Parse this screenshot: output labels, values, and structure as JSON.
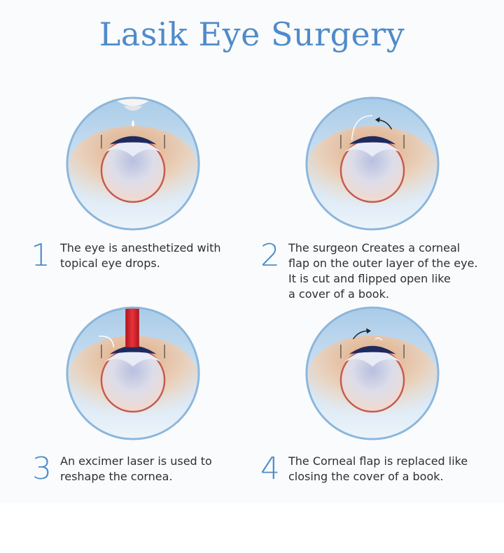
{
  "title": "Lasik Eye Surgery",
  "colors": {
    "title": "#4f8bc9",
    "step_number": "#4d8ccc",
    "circle_border": "#8bb6dc",
    "laser": "#d4232b",
    "text": "#2f2f33"
  },
  "steps": [
    {
      "number": "1",
      "text": "The eye is anesthetized with\ntopical eye drops.",
      "illustration": "eye-drop-dispenser"
    },
    {
      "number": "2",
      "text": "The surgeon Creates a corneal\nflap on the outer layer of the eye.\nIt is cut and flipped open like\na cover of a book.",
      "illustration": "corneal-flap-opening"
    },
    {
      "number": "3",
      "text": "An excimer laser is used to\nreshape the cornea.",
      "illustration": "excimer-laser-beam"
    },
    {
      "number": "4",
      "text": "The Corneal flap is replaced like\nclosing the cover of a book.",
      "illustration": "corneal-flap-closing"
    }
  ]
}
